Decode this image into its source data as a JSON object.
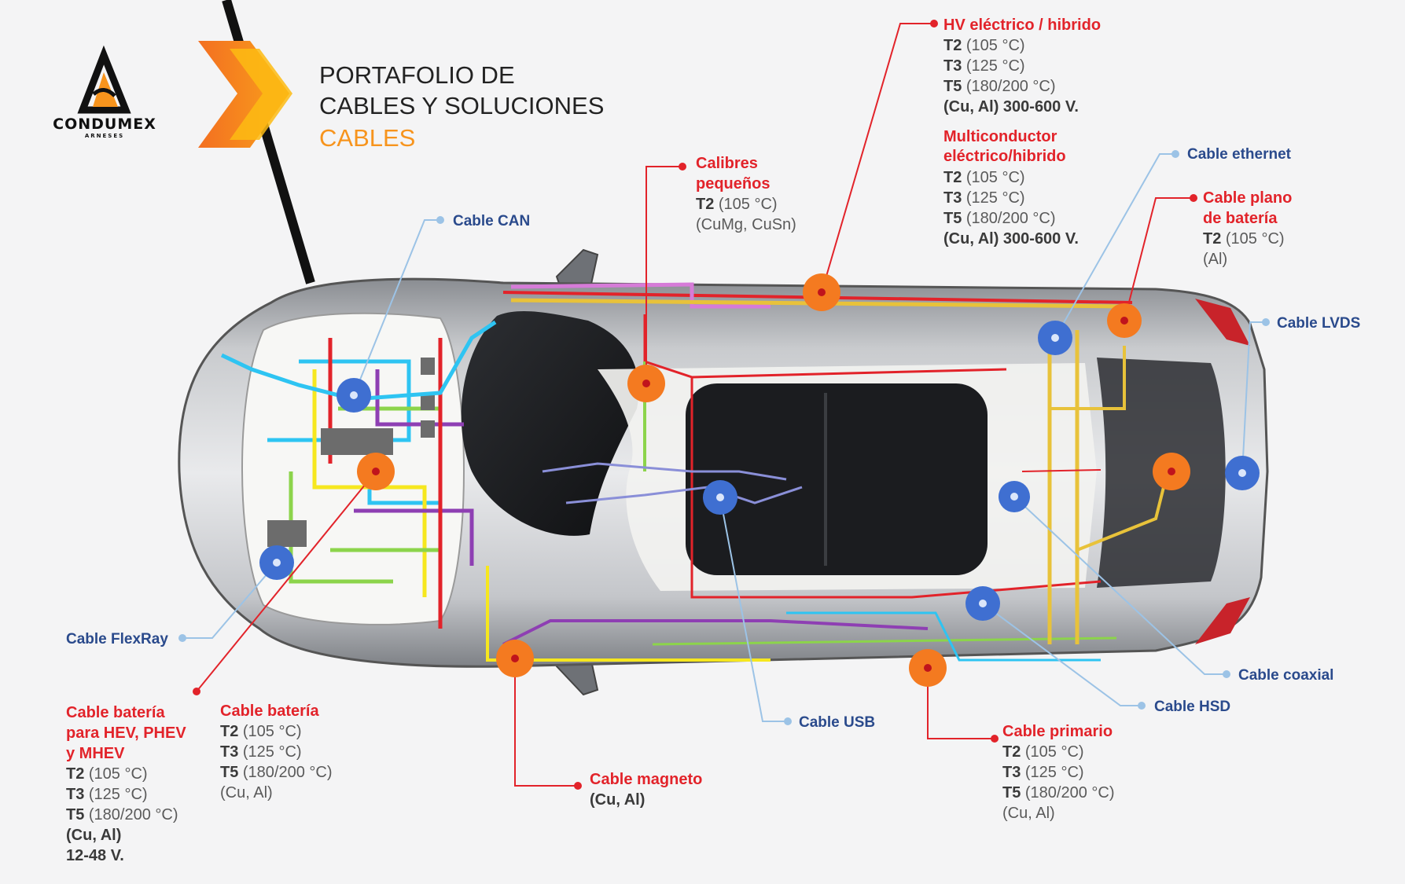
{
  "logo": {
    "brand": "CONDUMEX",
    "sub": "ARNESES"
  },
  "title": {
    "line1": "PORTAFOLIO DE",
    "line2": "CABLES Y SOLUCIONES",
    "line3": "CABLES"
  },
  "colors": {
    "red": "#e2232a",
    "blue": "#2a4a8c",
    "orange": "#f7941d",
    "dot_orange": "#f47a20",
    "dot_blue": "#3f6fd1",
    "leader_blue": "#9cc3e6"
  },
  "callouts": {
    "hv": {
      "title": "HV eléctrico / hibrido",
      "specs": [
        {
          "t": "T2",
          "v": " (105 °C)"
        },
        {
          "t": "T3",
          "v": " (125 °C)"
        },
        {
          "t": "T5",
          "v": " (180/200 °C)"
        }
      ],
      "extra": "(Cu, Al) 300-600 V."
    },
    "multi": {
      "title1": "Multiconductor",
      "title2": "eléctrico/hibrido",
      "specs": [
        {
          "t": "T2",
          "v": " (105 °C)"
        },
        {
          "t": "T3",
          "v": " (125 °C)"
        },
        {
          "t": "T5",
          "v": " (180/200 °C)"
        }
      ],
      "extra": "(Cu, Al) 300-600 V."
    },
    "calibres": {
      "title1": "Calibres",
      "title2": "pequeños",
      "spec_t": "T2",
      "spec_v": " (105 °C)",
      "extra": "(CuMg, CuSn)"
    },
    "plano": {
      "title1": "Cable plano",
      "title2": "de batería",
      "spec_t": "T2",
      "spec_v": " (105 °C)",
      "extra": "(Al)"
    },
    "bat_hev": {
      "title1": "Cable batería",
      "title2": "para HEV, PHEV",
      "title3": "y MHEV",
      "specs": [
        {
          "t": "T2",
          "v": " (105 °C)"
        },
        {
          "t": "T3",
          "v": " (125 °C)"
        },
        {
          "t": "T5",
          "v": " (180/200 °C)"
        }
      ],
      "extra1": "(Cu, Al)",
      "extra2": "12-48 V."
    },
    "bat": {
      "title": "Cable batería",
      "specs": [
        {
          "t": "T2",
          "v": " (105 °C)"
        },
        {
          "t": "T3",
          "v": " (125 °C)"
        },
        {
          "t": "T5",
          "v": " (180/200 °C)"
        }
      ],
      "extra": "(Cu, Al)"
    },
    "magneto": {
      "title": "Cable magneto",
      "extra": "(Cu, Al)"
    },
    "primario": {
      "title": "Cable primario",
      "specs": [
        {
          "t": "T2",
          "v": " (105 °C)"
        },
        {
          "t": "T3",
          "v": " (125 °C)"
        },
        {
          "t": "T5",
          "v": " (180/200 °C)"
        }
      ],
      "extra": "(Cu, Al)"
    }
  },
  "blue_labels": {
    "can": "Cable CAN",
    "ethernet": "Cable ethernet",
    "lvds": "Cable LVDS",
    "flexray": "Cable FlexRay",
    "usb": "Cable USB",
    "hsd": "Cable HSD",
    "coaxial": "Cable coaxial"
  }
}
